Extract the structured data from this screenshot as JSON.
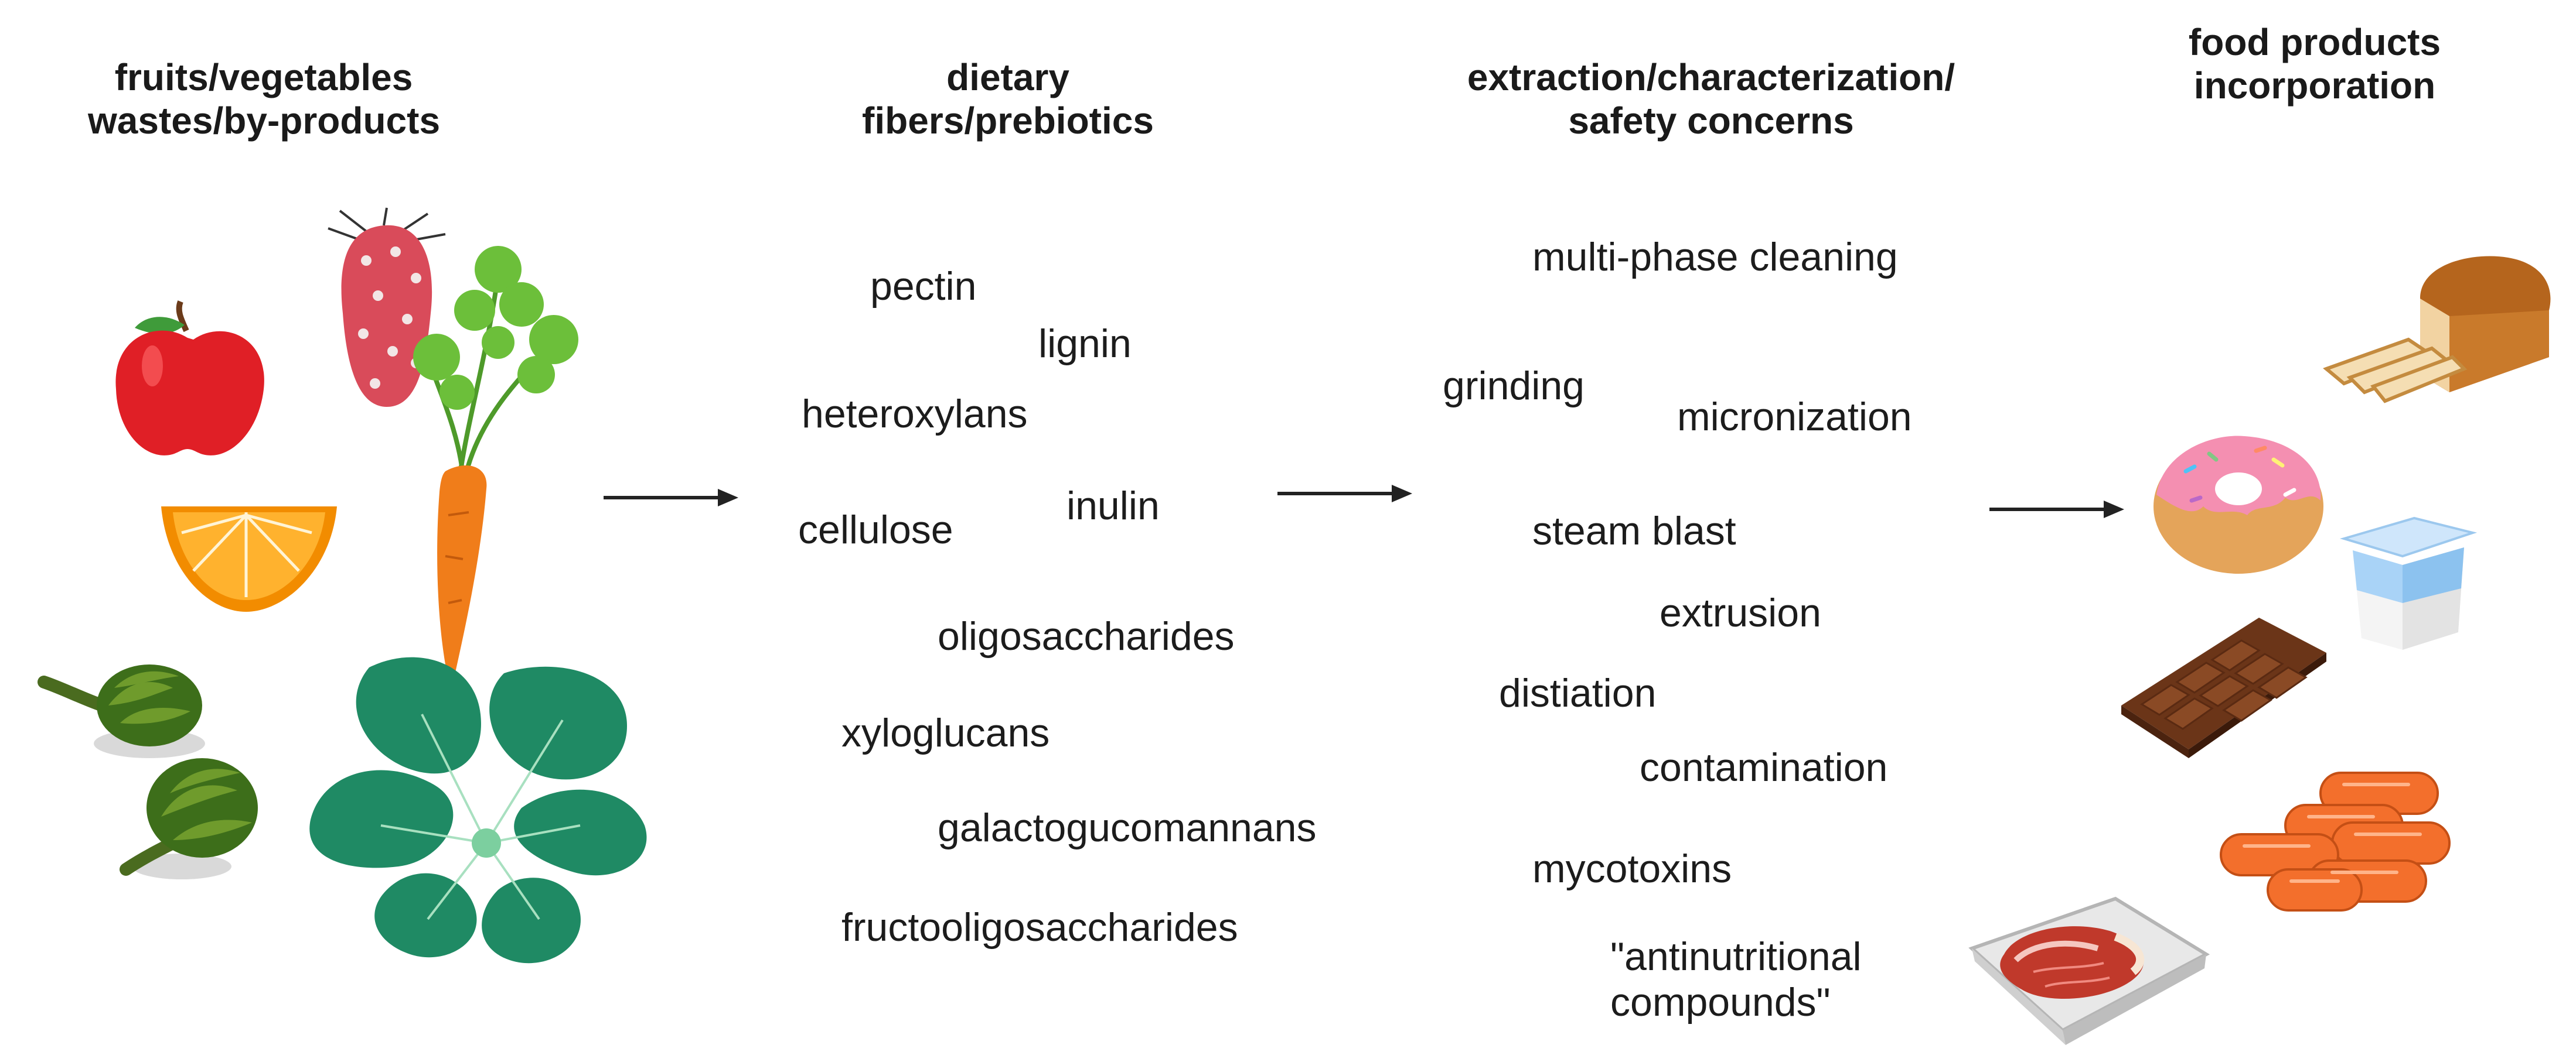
{
  "columns": [
    {
      "lines": [
        "fruits/vegetables",
        "wastes/by-products"
      ]
    },
    {
      "lines": [
        "dietary",
        "fibers/prebiotics"
      ]
    },
    {
      "lines": [
        "extraction/characterization/",
        "safety concerns"
      ]
    },
    {
      "lines": [
        "food products",
        "incorporation"
      ]
    }
  ],
  "fibers": [
    "pectin",
    "lignin",
    "heteroxylans",
    "cellulose",
    "inulin",
    "oligosaccharides",
    "xyloglucans",
    "galactogucomannans",
    "fructooligosaccharides"
  ],
  "processes": [
    "multi-phase cleaning",
    "grinding",
    "micronization",
    "steam blast",
    "extrusion",
    "distiation",
    "contamination",
    "mycotoxins"
  ],
  "antinutritional": [
    "\"antinutritional",
    "compounds\""
  ],
  "illustrations": {
    "waste": [
      "apple-icon",
      "prickly-pear-icon",
      "orange-slice-icon",
      "carrot-icon",
      "artichoke-icon",
      "leafy-greens-icon"
    ],
    "products": [
      "bread-icon",
      "donut-icon",
      "yogurt-icon",
      "chocolate-bar-icon",
      "sausages-icon",
      "packaged-meat-icon"
    ]
  },
  "colors": {
    "arrow": "#222222",
    "text": "#1c1c1c"
  }
}
